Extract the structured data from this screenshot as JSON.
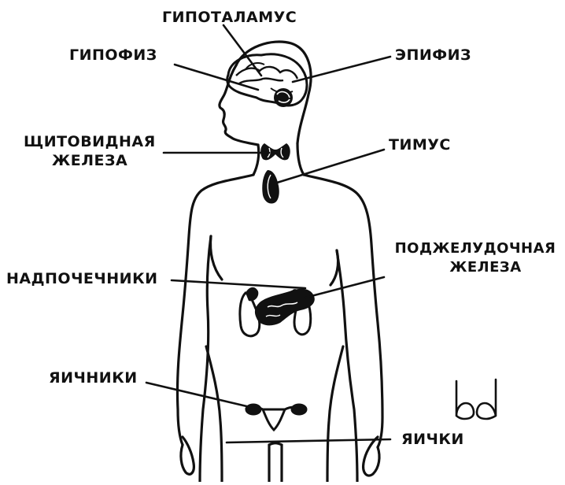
{
  "labels": {
    "hypothalamus": "ГИПОТАЛАМУС",
    "pituitary": "ГИПОФИЗ",
    "pineal": "ЭПИФИЗ",
    "thyroid_line1": "ЩИТОВИДНАЯ",
    "thyroid_line2": "ЖЕЛЕЗА",
    "thymus": "ТИМУС",
    "pancreas_line1": "ПОДЖЕЛУДОЧНАЯ",
    "pancreas_line2": "ЖЕЛЕЗА",
    "adrenals": "НАДПОЧЕЧНИКИ",
    "ovaries": "ЯИЧНИКИ",
    "testes": "ЯИЧКИ"
  },
  "signature": "bd",
  "colors": {
    "ink": "#111111",
    "background": "#ffffff"
  }
}
